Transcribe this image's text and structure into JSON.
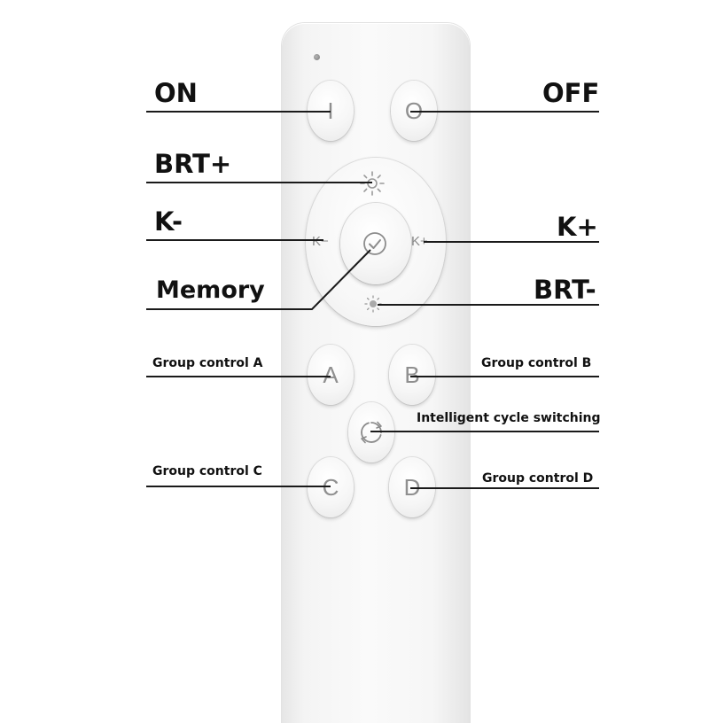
{
  "callouts": {
    "on": "ON",
    "off": "OFF",
    "brt_plus": "BRT+",
    "k_minus": "K-",
    "k_plus": "K+",
    "memory": "Memory",
    "brt_minus": "BRT-",
    "group_a": "Group control A",
    "group_b": "Group control B",
    "cycle": "Intelligent cycle switching",
    "group_c": "Group control C",
    "group_d": "Group control D"
  },
  "buttons": {
    "on_glyph": "I",
    "off_glyph": "O",
    "k_minus_label": "K−",
    "k_plus_label": "K+",
    "a_label": "A",
    "b_label": "B",
    "c_label": "C",
    "d_label": "D"
  },
  "icons": {
    "brt_plus": "sun-large-icon",
    "brt_minus": "sun-small-icon",
    "memory": "check-circle-icon",
    "cycle": "cycle-arrows-icon",
    "led": "indicator-led"
  }
}
